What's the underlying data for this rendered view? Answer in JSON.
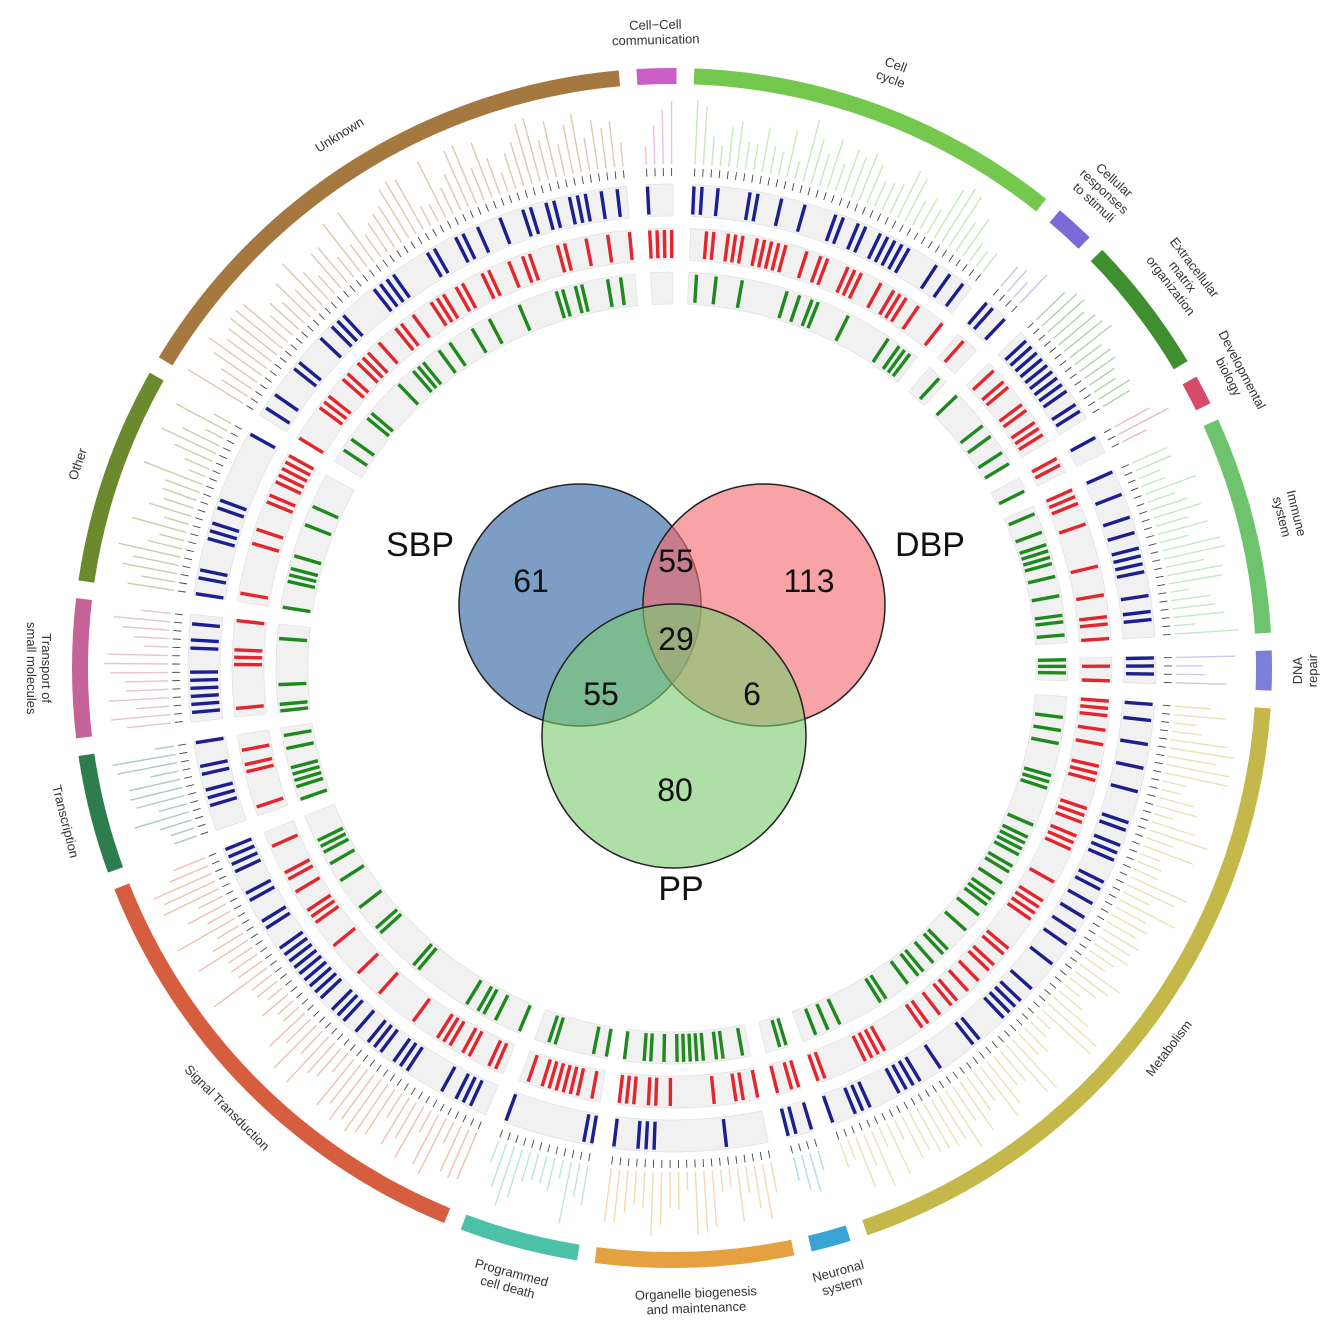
{
  "categories": [
    {
      "id": "cell-cell-communication",
      "lines": [
        "Cell−Cell",
        "communication"
      ],
      "color": "#c95fc4",
      "count": 4
    },
    {
      "id": "cell-cycle",
      "lines": [
        "Cell",
        "cycle"
      ],
      "color": "#74c84d",
      "count": 38
    },
    {
      "id": "cellular-responses",
      "lines": [
        "Cellular",
        "responses",
        "to stimuli"
      ],
      "color": "#7a6ad8",
      "count": 4
    },
    {
      "id": "extracellular-matrix",
      "lines": [
        "Extracellular",
        "matrix",
        "organization"
      ],
      "color": "#3f8f2e",
      "count": 14
    },
    {
      "id": "developmental-biology",
      "lines": [
        "Developmental",
        "biology"
      ],
      "color": "#d64a6a",
      "count": 3
    },
    {
      "id": "immune-system",
      "lines": [
        "Immune",
        "system"
      ],
      "color": "#6dc46d",
      "count": 22
    },
    {
      "id": "dna-repair",
      "lines": [
        "DNA",
        "repair"
      ],
      "color": "#7b7fd6",
      "count": 4
    },
    {
      "id": "metabolism",
      "lines": [
        "Metabolism"
      ],
      "color": "#c4b84a",
      "count": 70
    },
    {
      "id": "neuronal-system",
      "lines": [
        "Neuronal",
        "system"
      ],
      "color": "#3aa3d6",
      "count": 4
    },
    {
      "id": "organelle-biogenesis",
      "lines": [
        "Organelle biogenesis",
        "and maintenance"
      ],
      "color": "#e5a040",
      "count": 20
    },
    {
      "id": "programmed-cell-death",
      "lines": [
        "Programmed",
        "cell death"
      ],
      "color": "#4bc2a8",
      "count": 12
    },
    {
      "id": "signal-transduction",
      "lines": [
        "Signal Transduction"
      ],
      "color": "#d65e3e",
      "count": 48
    },
    {
      "id": "transcription",
      "lines": [
        "Transcription"
      ],
      "color": "#2e7d4f",
      "count": 12
    },
    {
      "id": "transport-small-molecules",
      "lines": [
        "Transport of",
        "small molecules"
      ],
      "color": "#c4639a",
      "count": 14
    },
    {
      "id": "other",
      "lines": [
        "Other"
      ],
      "color": "#6b8a2e",
      "count": 22
    },
    {
      "id": "unknown",
      "lines": [
        "Unknown"
      ],
      "color": "#a4783e",
      "count": 56
    }
  ],
  "tracks": [
    {
      "name": "SBP",
      "color": "#1b1f8f"
    },
    {
      "name": "DBP",
      "color": "#e3262e"
    },
    {
      "name": "PP",
      "color": "#1e8a1e"
    }
  ],
  "venn": {
    "sets": [
      {
        "label": "SBP",
        "color": "#4a77ad"
      },
      {
        "label": "DBP",
        "color": "#f46b6e"
      },
      {
        "label": "PP",
        "color": "#7dcc71"
      }
    ],
    "regions": {
      "sbp_only": "61",
      "dbp_only": "113",
      "pp_only": "80",
      "sbp_dbp": "55",
      "sbp_pp": "55",
      "dbp_pp": "6",
      "all_three": "29"
    }
  }
}
